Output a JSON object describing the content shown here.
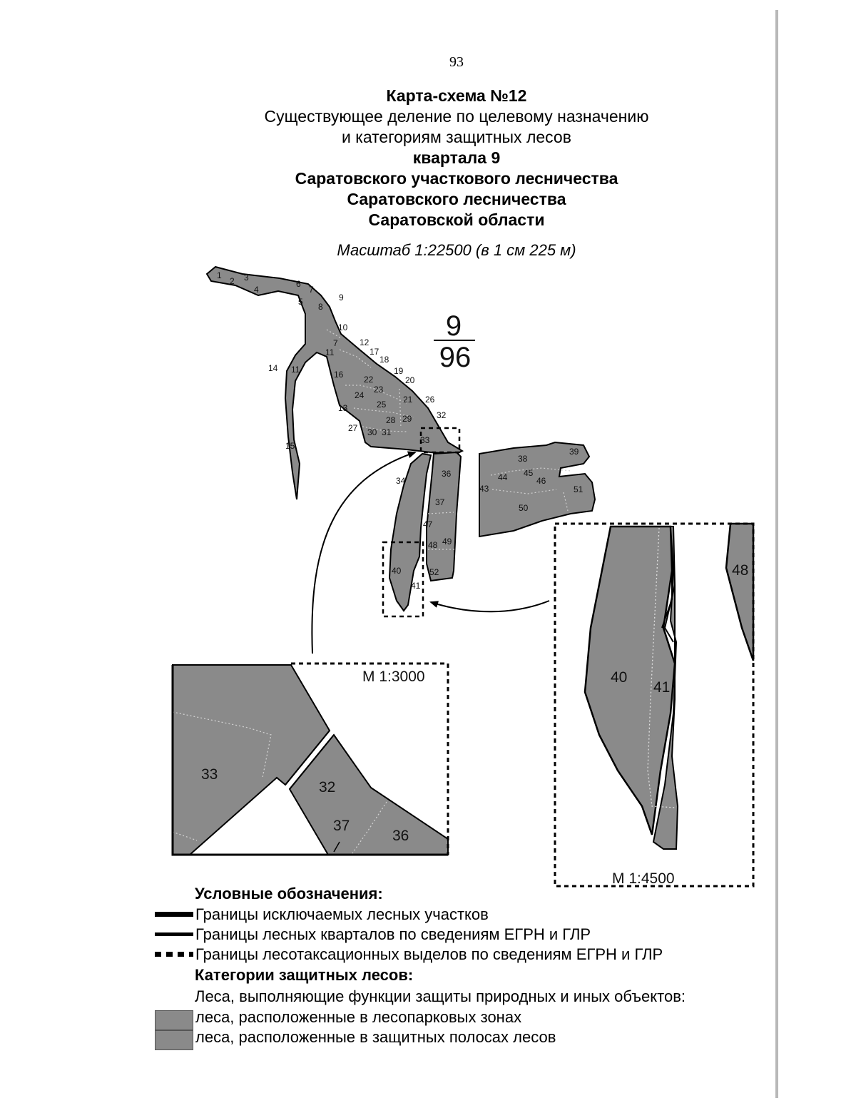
{
  "page_number": "93",
  "title": {
    "line1": "Карта-схема №12",
    "line2": "Существующее деление по целевому назначению",
    "line3": "и категориям защитных лесов",
    "line4": "квартала 9",
    "line5": "Саратовского участкового лесничества",
    "line6": "Саратовского лесничества",
    "line7": "Саратовской области"
  },
  "scale": "Масштаб 1:22500 (в 1 см 225 м)",
  "quarter_fraction": {
    "numerator": "9",
    "denominator": "96"
  },
  "parcel_labels": [
    "1",
    "2",
    "3",
    "4",
    "5",
    "6",
    "7",
    "8",
    "9",
    "10",
    "7",
    "11",
    "12",
    "17",
    "18",
    "14",
    "11",
    "16",
    "22",
    "19",
    "20",
    "23",
    "24",
    "21",
    "26",
    "25",
    "13",
    "28",
    "29",
    "32",
    "27",
    "30",
    "31",
    "33",
    "15",
    "38",
    "39",
    "44",
    "45",
    "46",
    "34",
    "36",
    "43",
    "51",
    "37",
    "50",
    "47",
    "48",
    "49",
    "40",
    "52",
    "41"
  ],
  "inset_a": {
    "scale": "М 1:3000",
    "labels": [
      "33",
      "32",
      "37",
      "36"
    ]
  },
  "inset_b": {
    "scale": "М 1:4500",
    "labels": [
      "40",
      "41",
      "48"
    ]
  },
  "legend": {
    "heading": "Условные обозначения:",
    "items": [
      {
        "symbol": "solid-thick",
        "label": "Границы исключаемых лесных участков"
      },
      {
        "symbol": "solid",
        "label": "Границы лесных кварталов по сведениям ЕГРН и ГЛР"
      },
      {
        "symbol": "dashed",
        "label": "Границы лесотаксационных выделов по сведениям ЕГРН и ГЛР"
      }
    ],
    "categories_heading": "Категории защитных лесов:",
    "categories_subheading": "Леса, выполняющие функции защиты природных и иных объектов:",
    "categories": [
      {
        "label": "леса, расположенные в лесопарковых зонах"
      },
      {
        "label": "леса, расположенные в защитных полосах лесов"
      }
    ]
  },
  "colors": {
    "forest_fill": "#8a8a8a",
    "outline": "#000000"
  }
}
